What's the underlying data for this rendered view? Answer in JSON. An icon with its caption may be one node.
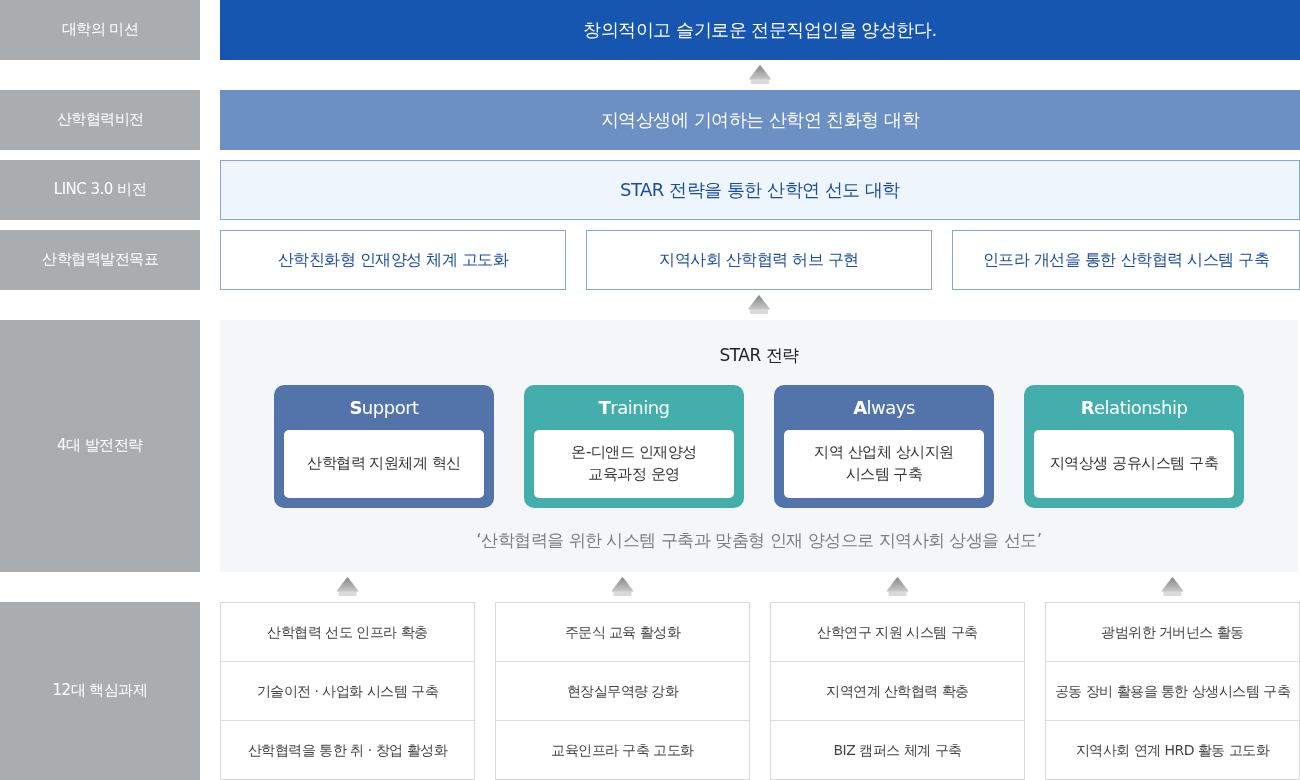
{
  "diagram": {
    "nodes": [
      {
        "text": [
          "대학의 미션"
        ]
      },
      {
        "text": [
          "창의적이고 슬기로운 전문직업인을 양성한다."
        ]
      },
      {
        "text": [
          "산학협력비전"
        ]
      },
      {
        "text": [
          "지역상생에 기여하는 산학연 친화형 대학"
        ]
      },
      {
        "text": [
          "LINC 3.0 비전"
        ]
      },
      {
        "text": [
          "STAR 전략을 통한 산학연 선도 대학"
        ]
      },
      {
        "text": [
          "산학협력발전목표"
        ]
      },
      {
        "text": [
          "산학친화형 인재양성 체계 고도화"
        ]
      },
      {
        "text": [
          "지역사회 산학협력 허브 구현"
        ]
      },
      {
        "text": [
          "인프라 개선을 통한 산학협력 시스템 구축"
        ]
      },
      {
        "text": [
          "4대 발전전략"
        ]
      },
      {
        "text": [
          "STAR 전략",
          "‘산학협력을 위한 시스템 구축과 맞춤형 인재 양성으로 지역사회 상생을 선도’"
        ]
      },
      {
        "text": [
          "**S**upport"
        ],
        "in": 11
      },
      {
        "text": [
          "산학협력 지원체계 혁신"
        ],
        "in": 12
      },
      {
        "text": [
          "**T**raining"
        ],
        "in": 11
      },
      {
        "text": [
          "온-디앤드 인재양성 교육과정 운영"
        ],
        "in": 14
      },
      {
        "text": [
          "**A**lways"
        ],
        "in": 11
      },
      {
        "text": [
          "지역 산업체 상시지원 시스템 구축"
        ],
        "in": 16
      },
      {
        "text": [
          "**R**elationship"
        ],
        "in": 11
      },
      {
        "text": [
          "지역상생 공유시스템 구축"
        ],
        "in": 18
      },
      {
        "text": [
          "12대 핵심과제"
        ]
      },
      {
        "text": [],
        "shape": "box"
      },
      {
        "text": [
          "산학협력 선도 인프라 확충"
        ],
        "in": 21
      },
      {
        "text": [
          "기술이전 · 사업화 시스템 구축"
        ],
        "in": 21
      },
      {
        "text": [
          "산학협력을 통한 취 · 창업 활성화"
        ],
        "in": 21
      },
      {
        "text": [],
        "shape": "box"
      },
      {
        "text": [
          "주문식 교육 활성화"
        ],
        "in": 25
      },
      {
        "text": [
          "현장실무역량 강화"
        ],
        "in": 25
      },
      {
        "text": [
          "교육인프라 구축 고도화"
        ],
        "in": 25
      },
      {
        "text": [],
        "shape": "box"
      },
      {
        "text": [
          "산학연구 지원 시스템 구축"
        ],
        "in": 29
      },
      {
        "text": [
          "지역연계 산학협력 확충"
        ],
        "in": 29
      },
      {
        "text": [
          "BIZ 캠퍼스 체계 구축"
        ],
        "in": 29
      },
      {
        "text": [],
        "shape": "box"
      },
      {
        "text": [
          "광범위한 거버넌스 활동"
        ],
        "in": 33
      },
      {
        "text": [
          "공동 장비 활용을 통한 상생시스템 구축"
        ],
        "in": 33
      },
      {
        "text": [
          "지역사회 연계 HRD 활동 고도화"
        ],
        "in": 33
      }
    ],
    "edges": [
      {
        "from": 3,
        "to": 1,
        "arrow": "to"
      },
      {
        "from": 11,
        "to": 8,
        "arrow": "to"
      },
      {
        "from": 21,
        "to": 11,
        "arrow": "to"
      },
      {
        "from": 25,
        "to": 11,
        "arrow": "to"
      },
      {
        "from": 29,
        "to": 11,
        "arrow": "to"
      },
      {
        "from": 33,
        "to": 11,
        "arrow": "to"
      }
    ]
  }
}
